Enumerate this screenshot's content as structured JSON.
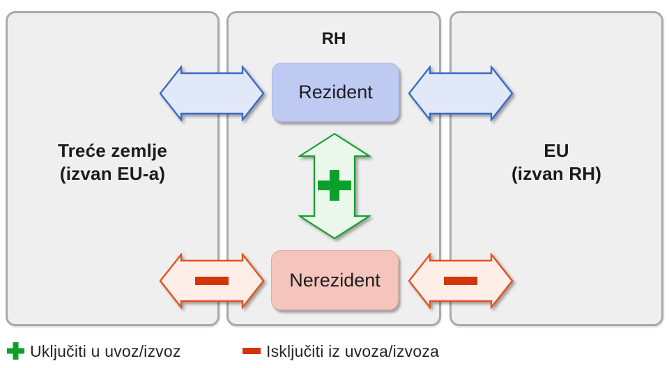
{
  "diagram": {
    "title_region": "RH",
    "panels": {
      "third_countries": {
        "line1": "Treće zemlje",
        "line2": "(izvan EU-a)"
      },
      "rh": {
        "label": "RH"
      },
      "eu": {
        "line1": "EU",
        "line2": "(izvan RH)"
      }
    },
    "nodes": {
      "resident": {
        "label": "Rezident"
      },
      "nonresident": {
        "label": "Nerezident"
      }
    },
    "icons": {
      "plus": "+",
      "minus": "−"
    },
    "colors": {
      "panel_fill": "#efefef",
      "panel_border": "#a9a9a9",
      "resident_fill": "#becaf2",
      "nonresident_fill": "#f4c4bd",
      "blue_arrow_fill": "#e1e8f8",
      "blue_arrow_border": "#3a6bc9",
      "green_arrow_fill": "#ecf7eb",
      "green_arrow_border": "#13a22c",
      "orange_arrow_fill": "#fdefe7",
      "orange_arrow_border": "#e8511e",
      "plus_color": "#0ba029",
      "minus_color": "#d23508"
    }
  },
  "legend": {
    "include": {
      "label": "Uključiti u uvoz/izvoz"
    },
    "exclude": {
      "label": "Isključiti iz uvoza/izvoza"
    }
  }
}
